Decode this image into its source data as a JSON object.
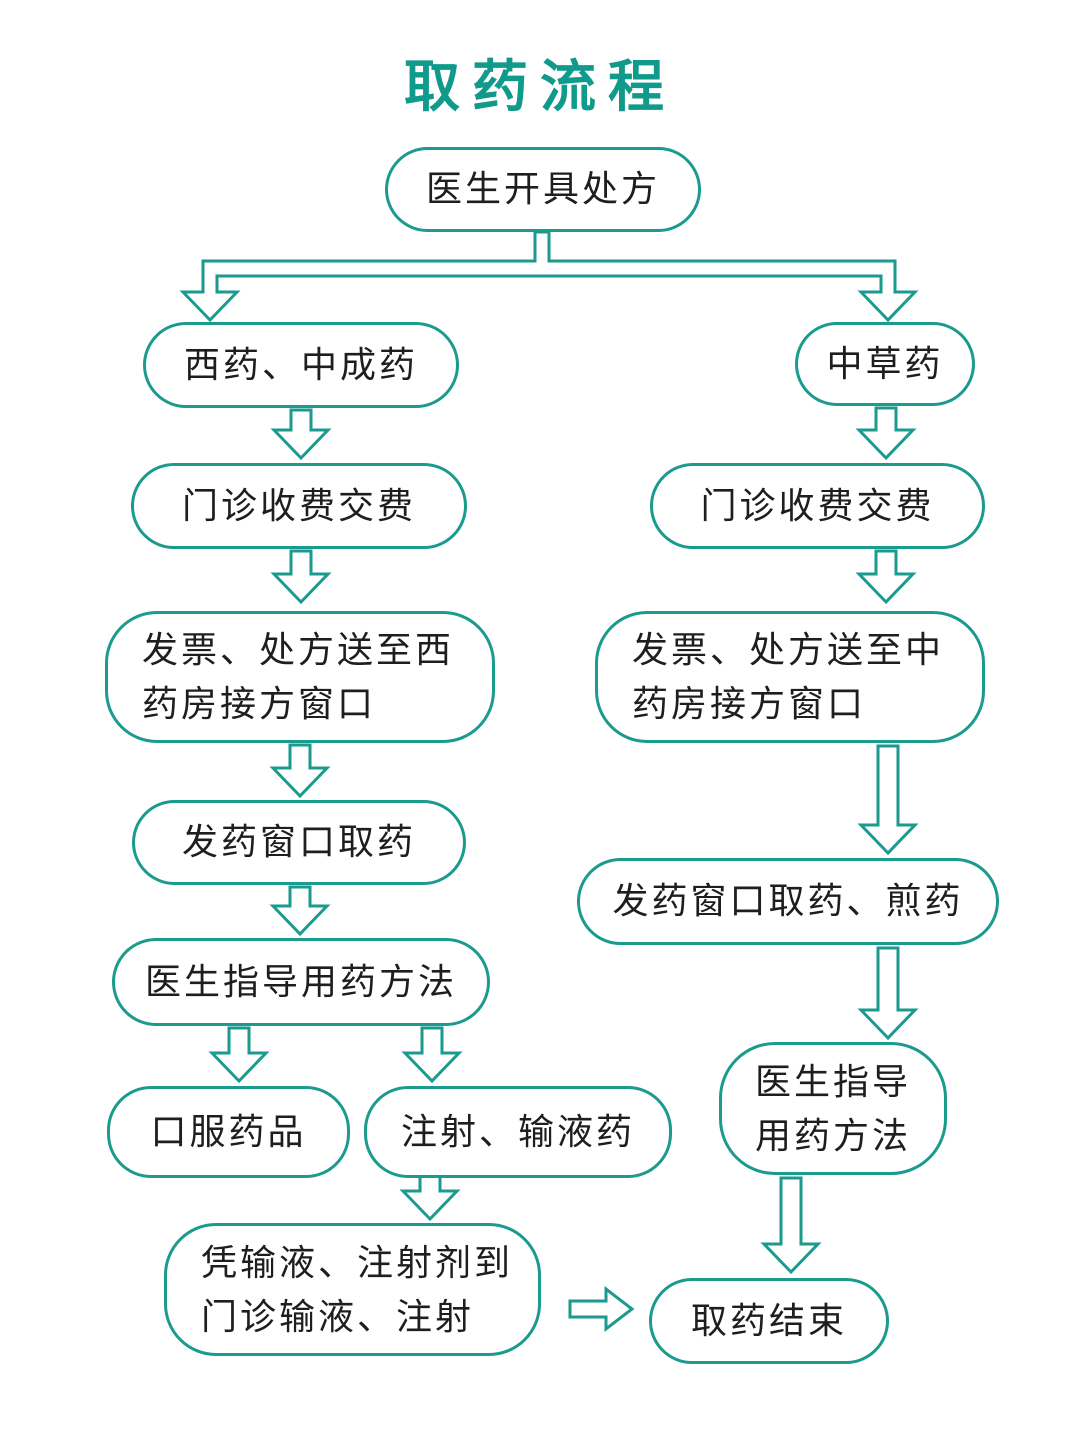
{
  "title": "取药流程",
  "colors": {
    "accent": "#1b9a8e",
    "title": "#109a8b",
    "text": "#1e1e1e",
    "background": "#ffffff"
  },
  "nodes": {
    "start": {
      "label": "医生开具处方"
    },
    "western": {
      "label": "西药、中成药"
    },
    "herbal": {
      "label": "中草药"
    },
    "pay_west": {
      "label": "门诊收费交费"
    },
    "pay_herb": {
      "label": "门诊收费交费"
    },
    "send_west": {
      "label": "发票、处方送至西\n药房接方窗口"
    },
    "send_herb": {
      "label": "发票、处方送至中\n药房接方窗口"
    },
    "pickup_west": {
      "label": "发药窗口取药"
    },
    "pickup_herb": {
      "label": "发药窗口取药、煎药"
    },
    "guide_west": {
      "label": "医生指导用药方法"
    },
    "guide_herb": {
      "label": "医生指导\n用药方法"
    },
    "oral": {
      "label": "口服药品"
    },
    "injection": {
      "label": "注射、输液药"
    },
    "infusion": {
      "label": "凭输液、注射剂到\n门诊输液、注射"
    },
    "end": {
      "label": "取药结束"
    }
  }
}
